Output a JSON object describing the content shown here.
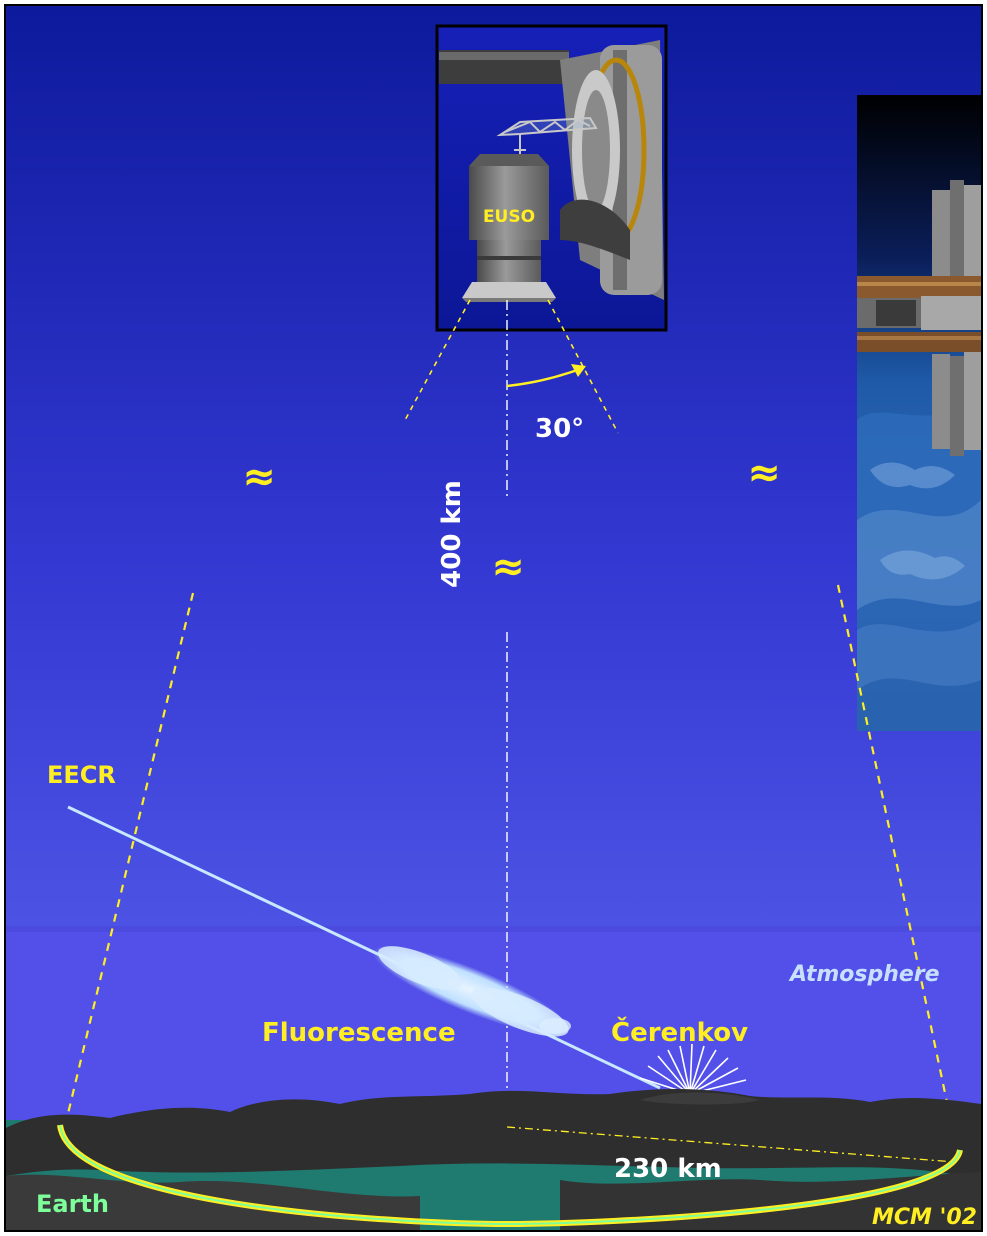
{
  "labels": {
    "module": "EUSO",
    "angle": "30°",
    "altitude": "400 km",
    "approx": "≈",
    "eecr": "EECR",
    "fluorescence": "Fluorescence",
    "cerenkov": "Čerenkov",
    "atmosphere": "Atmosphere",
    "footprint": "230 km",
    "earth": "Earth",
    "credit": "MCM '02"
  },
  "colors": {
    "sky_top": "#0d1a9c",
    "sky_bottom": "#5b61ee",
    "atmosphere_band": "#5250e8",
    "guide_lines": "#ffee22",
    "text_yellow": "#ffee22",
    "text_white": "#ffffff",
    "atmosphere_text": "#c8e0ff",
    "earth_text": "#7dff9a",
    "cosmic_ray": "#c8e8ff",
    "mountains": "#2a2a2a",
    "sea": "#1f7a70"
  },
  "icons": {
    "module": "euso-telescope-icon",
    "station": "space-station-photo"
  }
}
